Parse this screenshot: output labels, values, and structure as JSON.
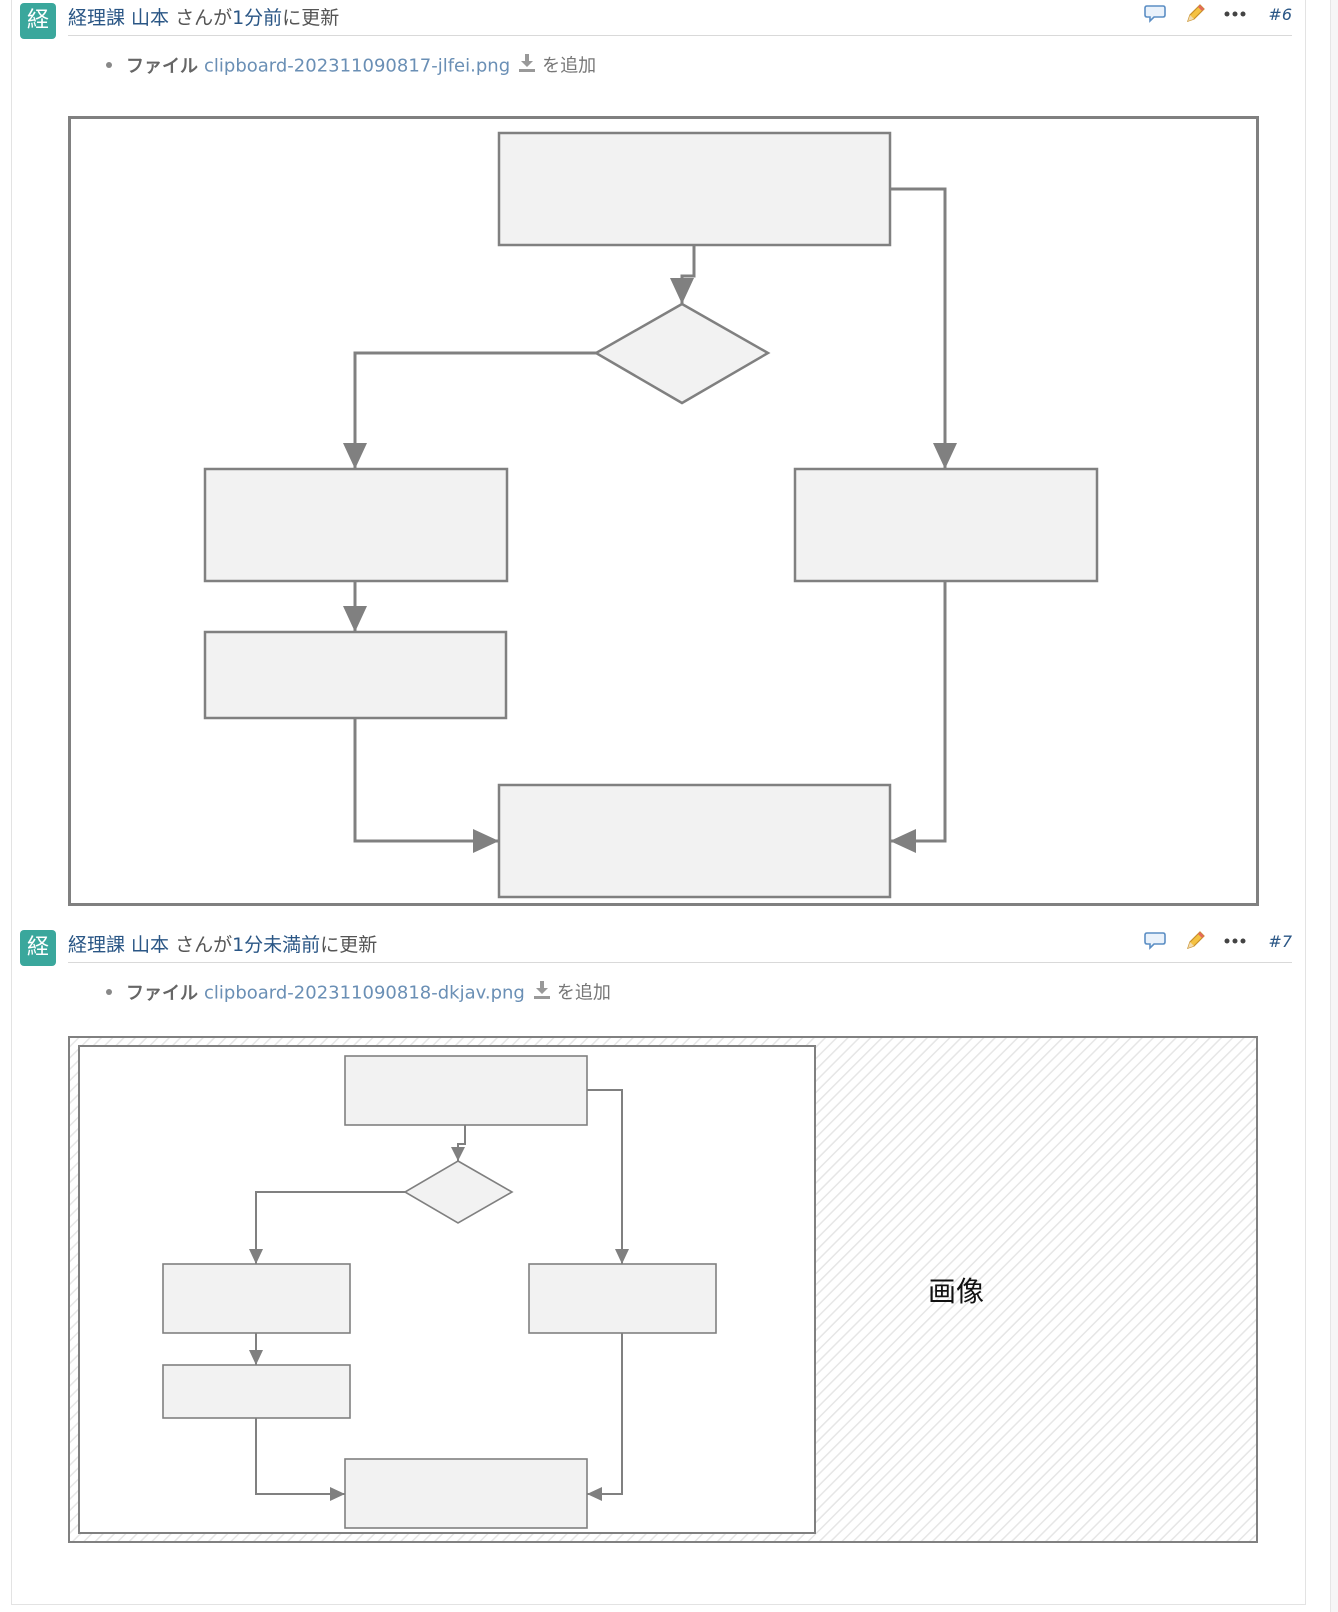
{
  "journals": [
    {
      "avatar_char": "経",
      "user": "経理課 山本",
      "mid_text": " さんが",
      "time_link": "1分前",
      "tail_text": "に更新",
      "number": "#6",
      "detail_label": "ファイル",
      "file_name": "clipboard-202311090817-jlfei.png",
      "detail_tail": "を追加"
    },
    {
      "avatar_char": "経",
      "user": "経理課 山本",
      "mid_text": " さんが",
      "time_link": "1分未満前",
      "tail_text": "に更新",
      "number": "#7",
      "detail_label": "ファイル",
      "file_name": "clipboard-202311090818-dkjav.png",
      "detail_tail": "を追加",
      "placeholder_label": "画像"
    }
  ],
  "icons": [
    "comment-icon",
    "edit-pencil-icon",
    "more-dots-icon",
    "download-icon"
  ],
  "colors": {
    "avatar_bg": "#3aa79c",
    "link": "#2a5685",
    "file_link": "#6a8fb5",
    "diagram_stroke": "#808080",
    "diagram_fill": "#f2f2f2"
  }
}
